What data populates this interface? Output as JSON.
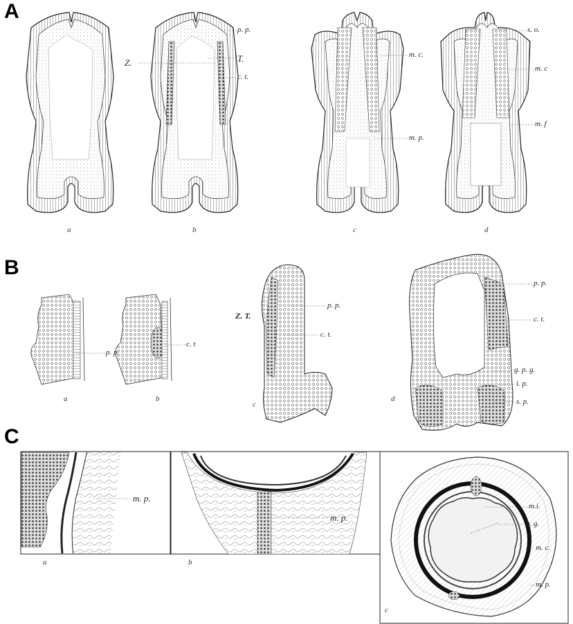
{
  "panels": {
    "A": {
      "letter": "A",
      "sublabels": [
        "a",
        "b",
        "c",
        "d"
      ],
      "callouts": {
        "b_pp": "p. p.",
        "b_Z": "Z.",
        "b_T": "T.",
        "b_ct": "c. t.",
        "c_mc": "m. c.",
        "c_mp": "m. p.",
        "d_so": "s. o.",
        "d_mc": "m. c",
        "d_mf": "m. f"
      }
    },
    "B": {
      "letter": "B",
      "sublabels": [
        "a",
        "b",
        "c",
        "d"
      ],
      "callouts": {
        "a_pp": "p. p.",
        "b_ct": "c. t",
        "c_ZT": "Z. T.",
        "c_pp": "p. p.",
        "c_ct": "c. t.",
        "d_pp": "p. p.",
        "d_ct": "c. t.",
        "d_gpg": "g. p. g.",
        "d_ip": "i. p.",
        "d_sp": "s. p."
      }
    },
    "C": {
      "letter": "C",
      "sublabels": [
        "a",
        "b",
        "c"
      ],
      "callouts": {
        "a_mp": "m. p.",
        "b_mp": "m. p.",
        "c_mi": "m.i.",
        "c_bg": "b. g.",
        "c_mc": "m. c.",
        "c_mp": "m. p."
      }
    }
  }
}
